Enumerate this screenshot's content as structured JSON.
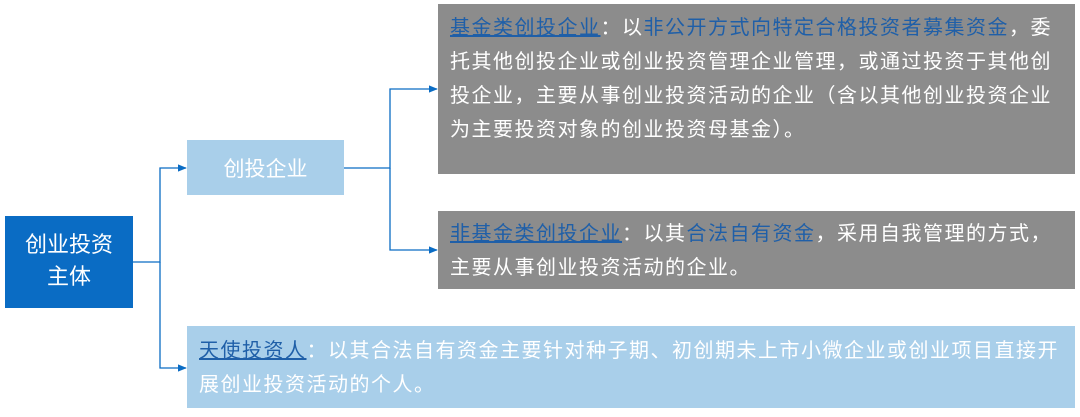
{
  "root": {
    "label": "创业投资主体"
  },
  "vc_enterprise": {
    "label": "创投企业"
  },
  "fund_type": {
    "term": "基金类创投企业",
    "sep": "：以",
    "hl1": "非公开方式向特定合格投资者募集资金",
    "rest": "，委托其他创投企业或创业投资管理企业管理，或通过投资于其他创投企业，主要从事创业投资活动的企业（含以其他创业投资企业为主要投资对象的创业投资母基金）。"
  },
  "non_fund_type": {
    "term": "非基金类创投企业",
    "sep": "：以其",
    "hl1": "合法自有资金",
    "rest": "，采用自我管理的方式，主要从事创业投资活动的企业。"
  },
  "angel_investor": {
    "term": "天使投资人",
    "rest": "：以其合法自有资金主要针对种子期、初创期未上市小微企业或创业项目直接开展创业投资活动的个人。"
  },
  "colors": {
    "root_fill": "#0a6cc4",
    "light_blue_fill": "#a9cfea",
    "grey_fill": "#8c8c8c",
    "highlight_text": "#1f5fa8",
    "connector": "#0a6cc4"
  }
}
